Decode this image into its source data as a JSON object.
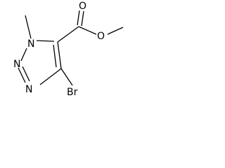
{
  "molecule": {
    "atoms": {
      "n1": "N",
      "n2": "N",
      "n3": "N",
      "o_carbonyl": "O",
      "o_ester": "O",
      "br": "Br"
    }
  }
}
